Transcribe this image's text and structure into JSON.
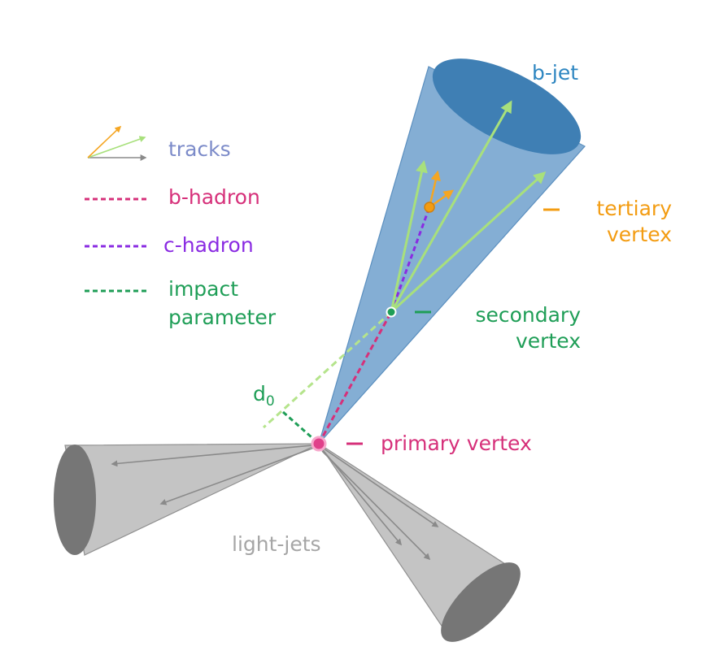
{
  "legend": {
    "tracks": "tracks",
    "b_hadron": "b-hadron",
    "c_hadron": "c-hadron",
    "impact_line1": "impact",
    "impact_line2": "parameter"
  },
  "labels": {
    "b_jet": "b-jet",
    "tertiary_line1": "tertiary",
    "tertiary_line2": "vertex",
    "secondary_line1": "secondary",
    "secondary_line2": "vertex",
    "primary": "primary vertex",
    "light_jets": "light-jets",
    "d0_main": "d",
    "d0_sub": "0"
  },
  "colors": {
    "b_jet_cone": "#84aed4",
    "b_jet_cap": "#3f7fb4",
    "b_jet_label": "#2e86c1",
    "light_jet_cone": "#c4c4c4",
    "light_jet_cap": "#767676",
    "light_jet_label": "#a6a6a6",
    "track_green": "#a8e07c",
    "track_orange": "#f5a623",
    "track_gray": "#8a8a8a",
    "tracks_label": "#7c8bc9",
    "b_hadron": "#d6307a",
    "c_hadron": "#8a2be2",
    "impact_parameter": "#1f9e57",
    "tertiary_vertex": "#f39c12",
    "secondary_vertex": "#1f9e57",
    "primary_vertex": "#d6307a"
  }
}
